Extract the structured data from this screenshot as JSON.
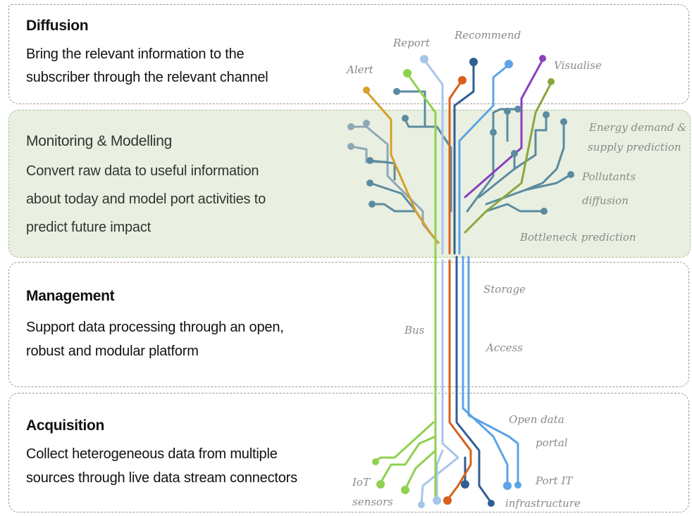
{
  "layers": {
    "diffusion": {
      "title": "Diffusion",
      "desc1": "Bring the relevant information to the",
      "desc2": "subscriber through the relevant channel"
    },
    "monitoring": {
      "title": "Monitoring & Modelling",
      "desc1": "Convert raw data to useful information",
      "desc2": "about today and model port activities to",
      "desc3": "predict future impact"
    },
    "management": {
      "title": "Management",
      "desc1": "Support data processing through an open,",
      "desc2": "robust and modular platform"
    },
    "acquisition": {
      "title": "Acquisition",
      "desc1": "Collect heterogeneous data from multiple",
      "desc2": "sources through live data stream connectors"
    }
  },
  "labels": {
    "alert": "Alert",
    "report": "Report",
    "recommend": "Recommend",
    "visualise": "Visualise",
    "energy1": "Energy demand &",
    "energy2": "supply prediction",
    "pollutants1": "Pollutants",
    "pollutants2": "diffusion",
    "bottleneck": "Bottleneck prediction",
    "storage": "Storage",
    "bus": "Bus",
    "access": "Access",
    "opendata1": "Open data",
    "opendata2": "portal",
    "portit1": "Port IT",
    "portit2": "infrastructure",
    "iot1": "IoT",
    "iot2": "sensors"
  },
  "colors": {
    "green": "#8fd14f",
    "lightblue": "#a7c5ea",
    "orange": "#d9601c",
    "darkblue": "#2f5f94",
    "blue": "#5ba4e5",
    "purple": "#8a3fbf",
    "olive": "#8aa63b",
    "gold": "#d4a02a",
    "teal": "#5b8ba0",
    "greyblue": "#8fa7b5",
    "monitoring_bg": "#e9f0e1"
  }
}
